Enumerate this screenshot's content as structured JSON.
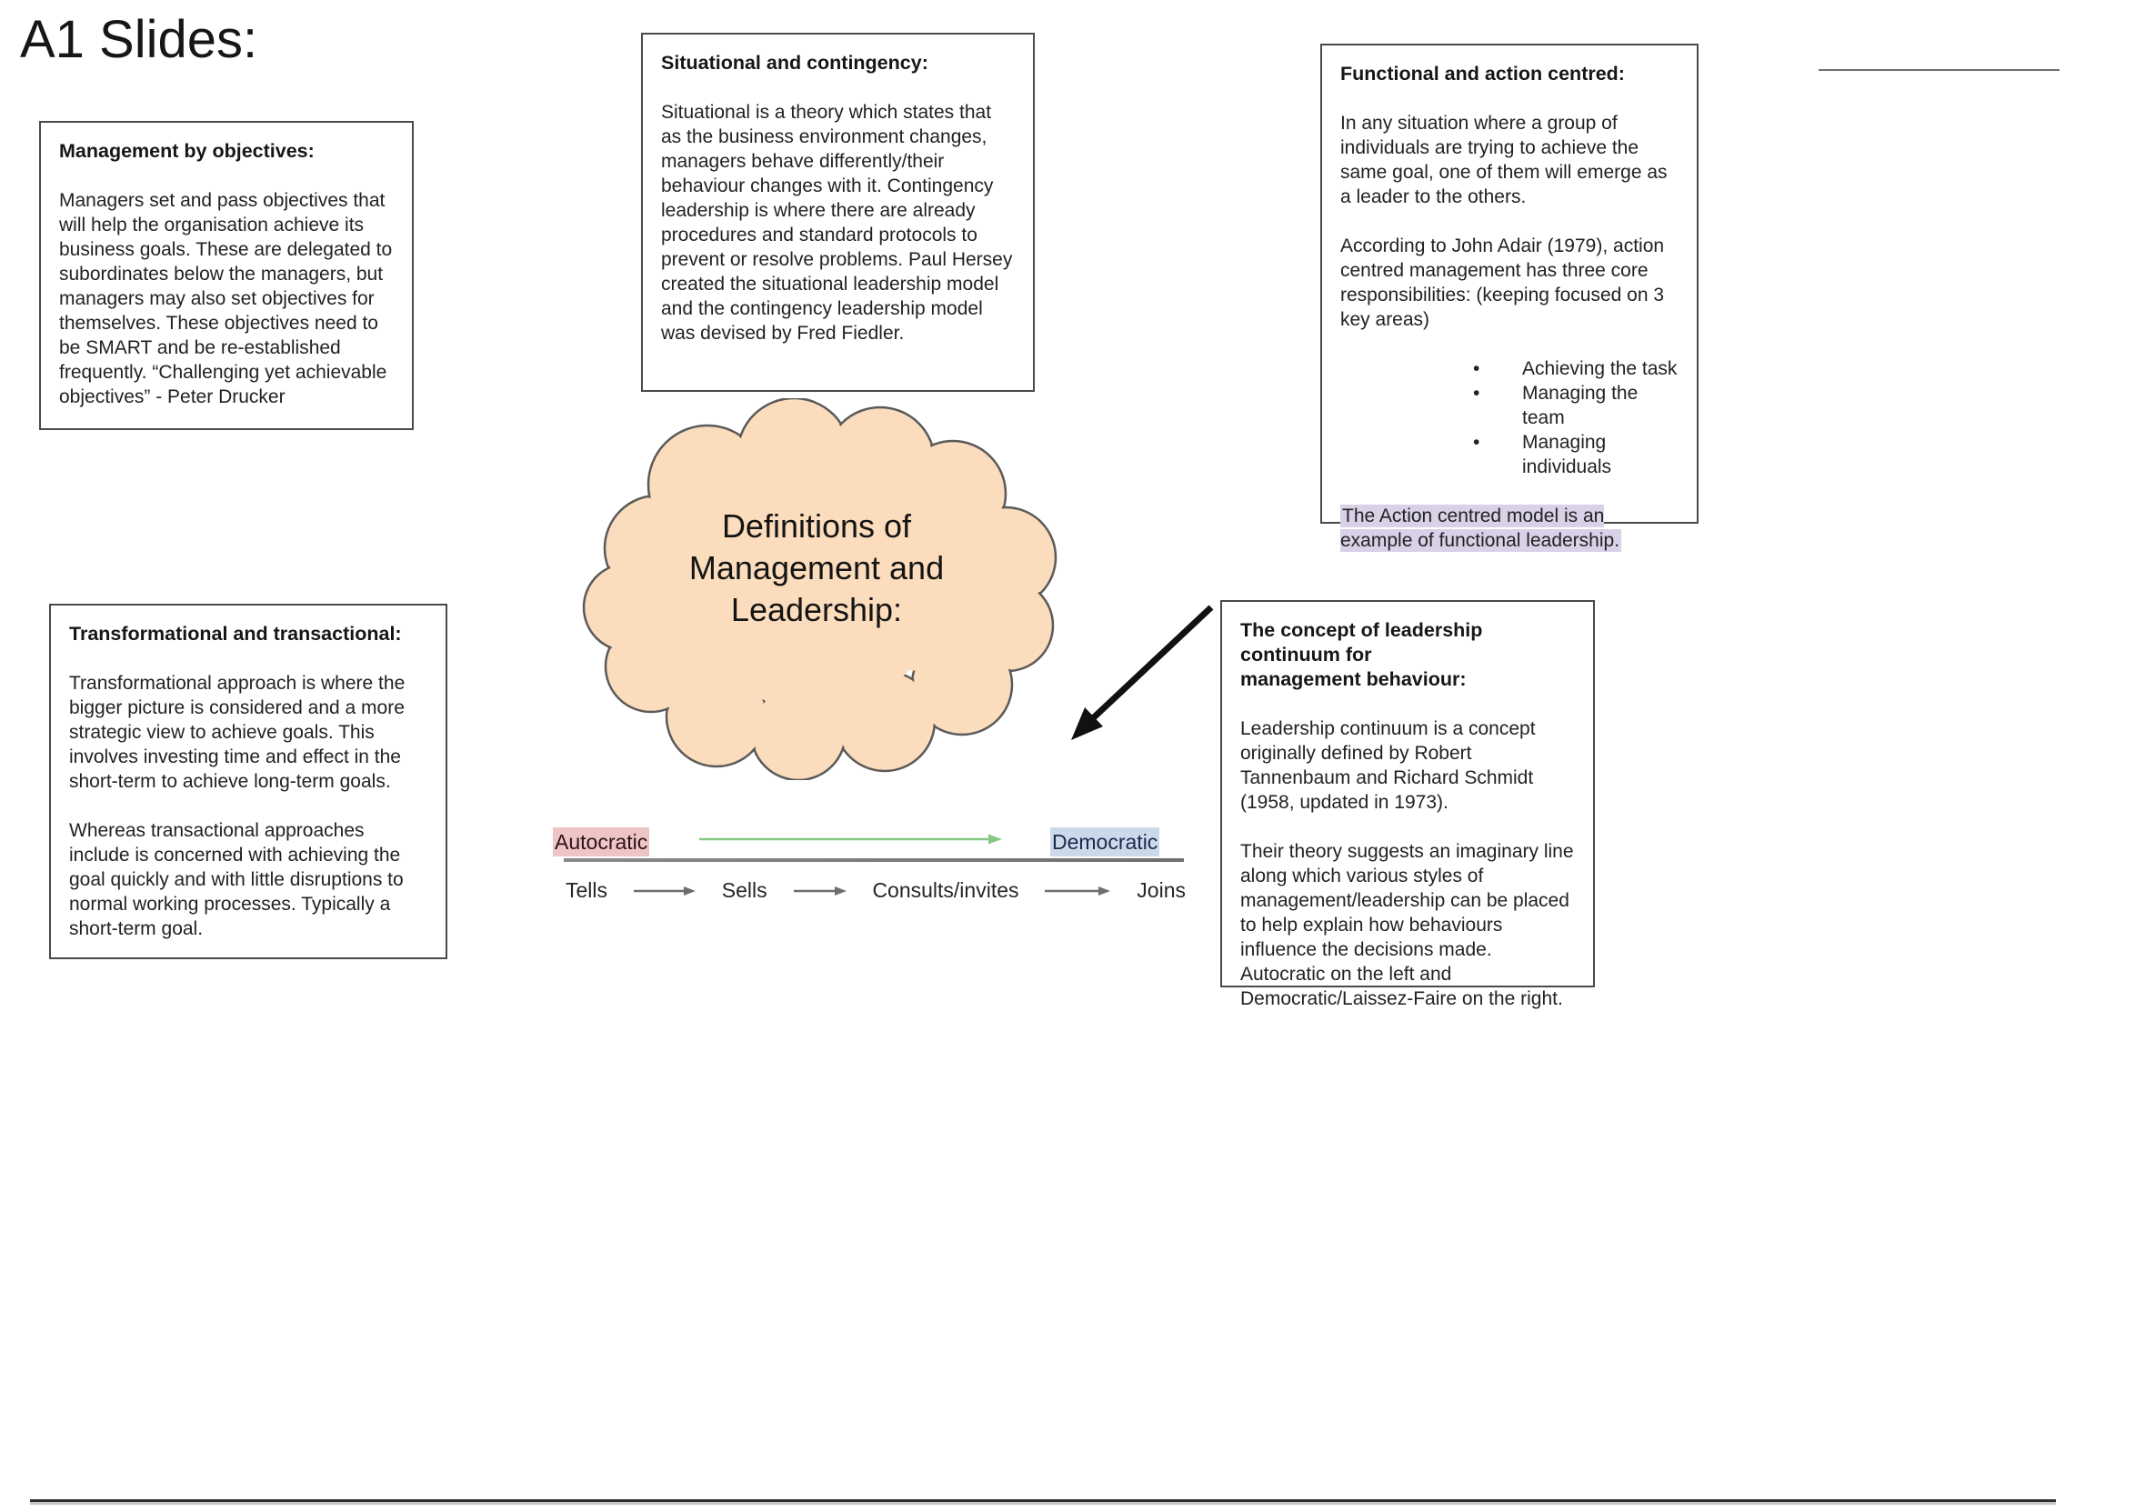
{
  "page": {
    "title": "A1 Slides:"
  },
  "boxes": {
    "management_by_objectives": {
      "heading": "Management by objectives:",
      "body": "Managers set and pass objectives that will help the organisation achieve its business goals. These are delegated to subordinates below the managers, but managers may also set objectives for themselves. These objectives need to be SMART and be re-established frequently. “Challenging yet achievable objectives” - Peter Drucker"
    },
    "situational_contingency": {
      "heading": "Situational and contingency:",
      "body": "Situational is a theory which states that as the business environment changes, managers behave differently/their behaviour changes with it. Contingency leadership is where there are already procedures and standard protocols to prevent or resolve problems. Paul Hersey created the situational leadership model and the contingency leadership model was devised by Fred Fiedler."
    },
    "functional_action_centred": {
      "heading": "Functional and action centred:",
      "paragraph1": "In any situation where a group of individuals are trying to achieve the same goal, one of them will emerge as a leader to the others.",
      "paragraph2": "According to John Adair (1979), action centred management has three core responsibilities: (keeping focused on 3 key areas)",
      "bullets": [
        "Achieving the task",
        "Managing the team",
        "Managing individuals"
      ],
      "highlight_text": "The Action centred model is an example of functional leadership.",
      "highlight_color": "#d8d1e7"
    },
    "transformational_transactional": {
      "heading": "Transformational and transactional:",
      "paragraph1": "Transformational approach is where the bigger picture is considered and a more strategic view to achieve goals. This involves investing time and effect in the short-term to achieve long-term goals.",
      "paragraph2": "Whereas transactional approaches include is concerned with achieving the goal quickly and with little disruptions to normal working processes. Typically a short-term goal."
    },
    "leadership_continuum": {
      "heading": "The concept of leadership continuum for management behaviour:",
      "paragraph1": "Leadership continuum is a concept originally defined by Robert Tannenbaum and Richard Schmidt (1958, updated in 1973).",
      "paragraph2": "Their theory suggests an imaginary line along which various styles of management/leadership can be placed to help explain how behaviours influence the decisions made. Autocratic on the left and Democratic/Laissez-Faire on the right."
    }
  },
  "cloud": {
    "text": "Definitions of Management and Leadership:",
    "fill_color": "#fbdcbc",
    "outline_color": "#5a5a5a"
  },
  "continuum": {
    "left_label": "Autocratic",
    "left_highlight_color": "#efc4c6",
    "right_label": "Democratic",
    "right_highlight_color": "#ccd9eb",
    "green_arrow_color": "#85c985",
    "steps": [
      "Tells",
      "Sells",
      "Consults/invites",
      "Joins"
    ]
  }
}
